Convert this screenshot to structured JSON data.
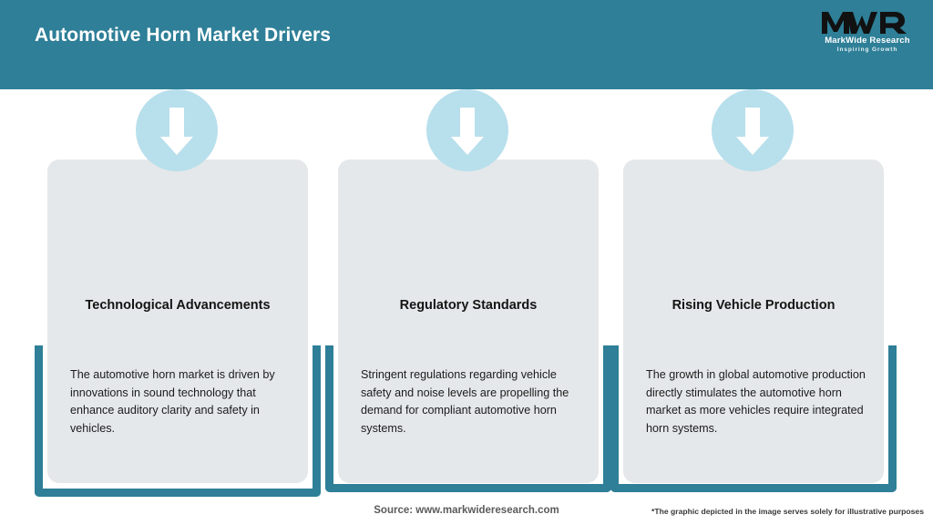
{
  "header": {
    "title": "Automotive Horn Market Drivers",
    "background_color": "#2e7f97",
    "title_color": "#ffffff"
  },
  "logo": {
    "mark": "MWR",
    "name": "MarkWide Research",
    "tagline": "Inspiring Growth",
    "icon": "mwr-logo-icon"
  },
  "theme": {
    "accent": "#2e7f97",
    "card_background": "#e4e8ea",
    "icon_circle": "#b8dfec",
    "arrow": "#ffffff",
    "page_background": "#ffffff"
  },
  "cards": [
    {
      "icon": "arrow-down-icon",
      "title": "Technological Advancements",
      "body": "The automotive horn market is driven by innovations in sound technology that enhance auditory clarity and safety in vehicles."
    },
    {
      "icon": "arrow-down-icon",
      "title": "Regulatory Standards",
      "body": "Stringent regulations regarding vehicle safety and noise levels are propelling the demand for compliant automotive horn systems."
    },
    {
      "icon": "arrow-down-icon",
      "title": "Rising Vehicle Production",
      "body": "The growth in global automotive production directly stimulates the automotive horn market as more vehicles require integrated horn systems."
    }
  ],
  "footer": {
    "source": "Source: www.markwideresearch.com",
    "disclaimer": "*The graphic depicted in the image serves solely for illustrative purposes"
  }
}
